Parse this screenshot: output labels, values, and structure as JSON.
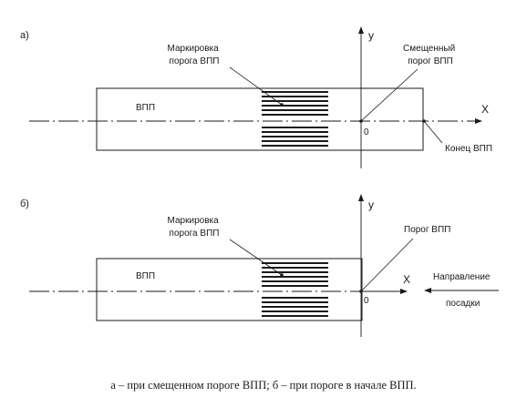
{
  "panel_a": {
    "letter": "а)",
    "runway_label": "ВПП",
    "marking_label": [
      "Маркировка",
      "порога ВПП"
    ],
    "threshold_label": [
      "Смещенный",
      "порог ВПП"
    ],
    "end_label": "Конец ВПП",
    "axis_x": "X",
    "axis_y": "y",
    "origin": "0"
  },
  "panel_b": {
    "letter": "б)",
    "runway_label": "ВПП",
    "marking_label": [
      "Маркировка",
      "порога ВПП"
    ],
    "threshold_label": "Порог ВПП",
    "direction_label": [
      "Направление",
      "посадки"
    ],
    "axis_x": "X",
    "axis_y": "y",
    "origin": "0"
  },
  "caption": "а – при смещенном пороге ВПП; б – при пороге в начале ВПП.",
  "colors": {
    "ink": "#1a1a1a",
    "background": "#ffffff"
  }
}
